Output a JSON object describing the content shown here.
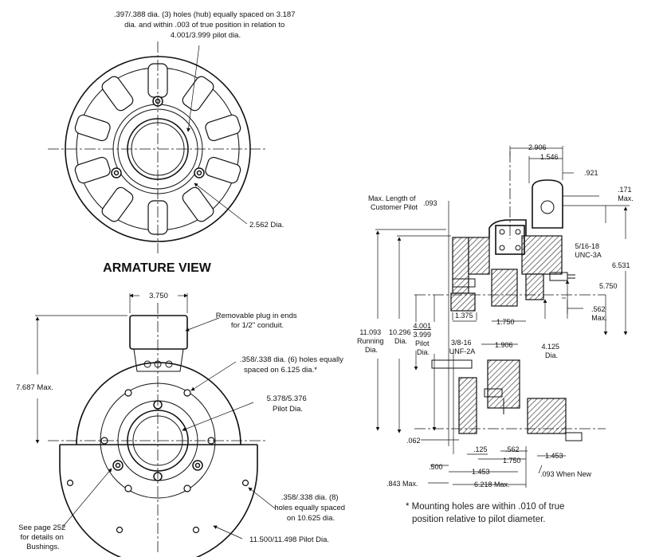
{
  "armature": {
    "hub_holes_note": [
      ".397/.388 dia. (3) holes (hub) equally spaced on 3.187",
      "dia. and within .003 of true position in relation to",
      "4.001/3.999 pilot dia."
    ],
    "dia_2562": "2.562 Dia.",
    "title": "ARMATURE VIEW"
  },
  "field_view": {
    "dim_3750": "3.750",
    "plug_note": [
      "Removable plug in ends",
      "for 1/2\" conduit."
    ],
    "max_7687": "7.687 Max.",
    "holes6_note": [
      ".358/.338 dia. (6) holes equally",
      "spaced on 6.125 dia.*"
    ],
    "pilot_5378": [
      "5.378/5.376",
      "Pilot Dia."
    ],
    "holes8_note": [
      ".358/.338 dia. (8)",
      "holes equally spaced",
      "on 10.625 dia."
    ],
    "bushings_note": [
      "See page 252",
      "for details on",
      "Bushings."
    ],
    "pilot_11500": "11.500/11.498 Pilot Dia."
  },
  "section": {
    "d_2906": "2.906",
    "d_1546": "1.546",
    "d_921": ".921",
    "d_171": [
      ".171",
      "Max."
    ],
    "max_pilot": [
      "Max. Length of",
      "Customer Pilot"
    ],
    "d_093": ".093",
    "thread_5_16": [
      "5/16-18",
      "UNC-3A"
    ],
    "d_6531": "6.531",
    "d_5750": "5.750",
    "d_562_max": [
      ".562",
      "Max."
    ],
    "d_1375": "1.375",
    "d_1750_top": "1.750",
    "d_11093": [
      "11.093",
      "Running",
      "Dia."
    ],
    "d_10296": [
      "10.296",
      "Dia."
    ],
    "pilot_4001": [
      "4.001",
      "3.999",
      "Pilot",
      "Dia."
    ],
    "thread_3_8": [
      "3/8-16",
      "UNF-2A"
    ],
    "d_1906": "1.906",
    "d_4125": [
      "4.125",
      "Dia."
    ],
    "d_062": ".062",
    "d_125": ".125",
    "d_562": ".562",
    "d_1750_bot": "1.750",
    "d_1453_a": "1.453",
    "d_500": ".500",
    "d_1453_b": "1.453",
    "d_843": ".843 Max.",
    "d_6218": "6.218 Max.",
    "d_093_new": ".093 When New"
  },
  "footnote": [
    "* Mounting holes are within .010 of true",
    "position relative to pilot diameter."
  ]
}
